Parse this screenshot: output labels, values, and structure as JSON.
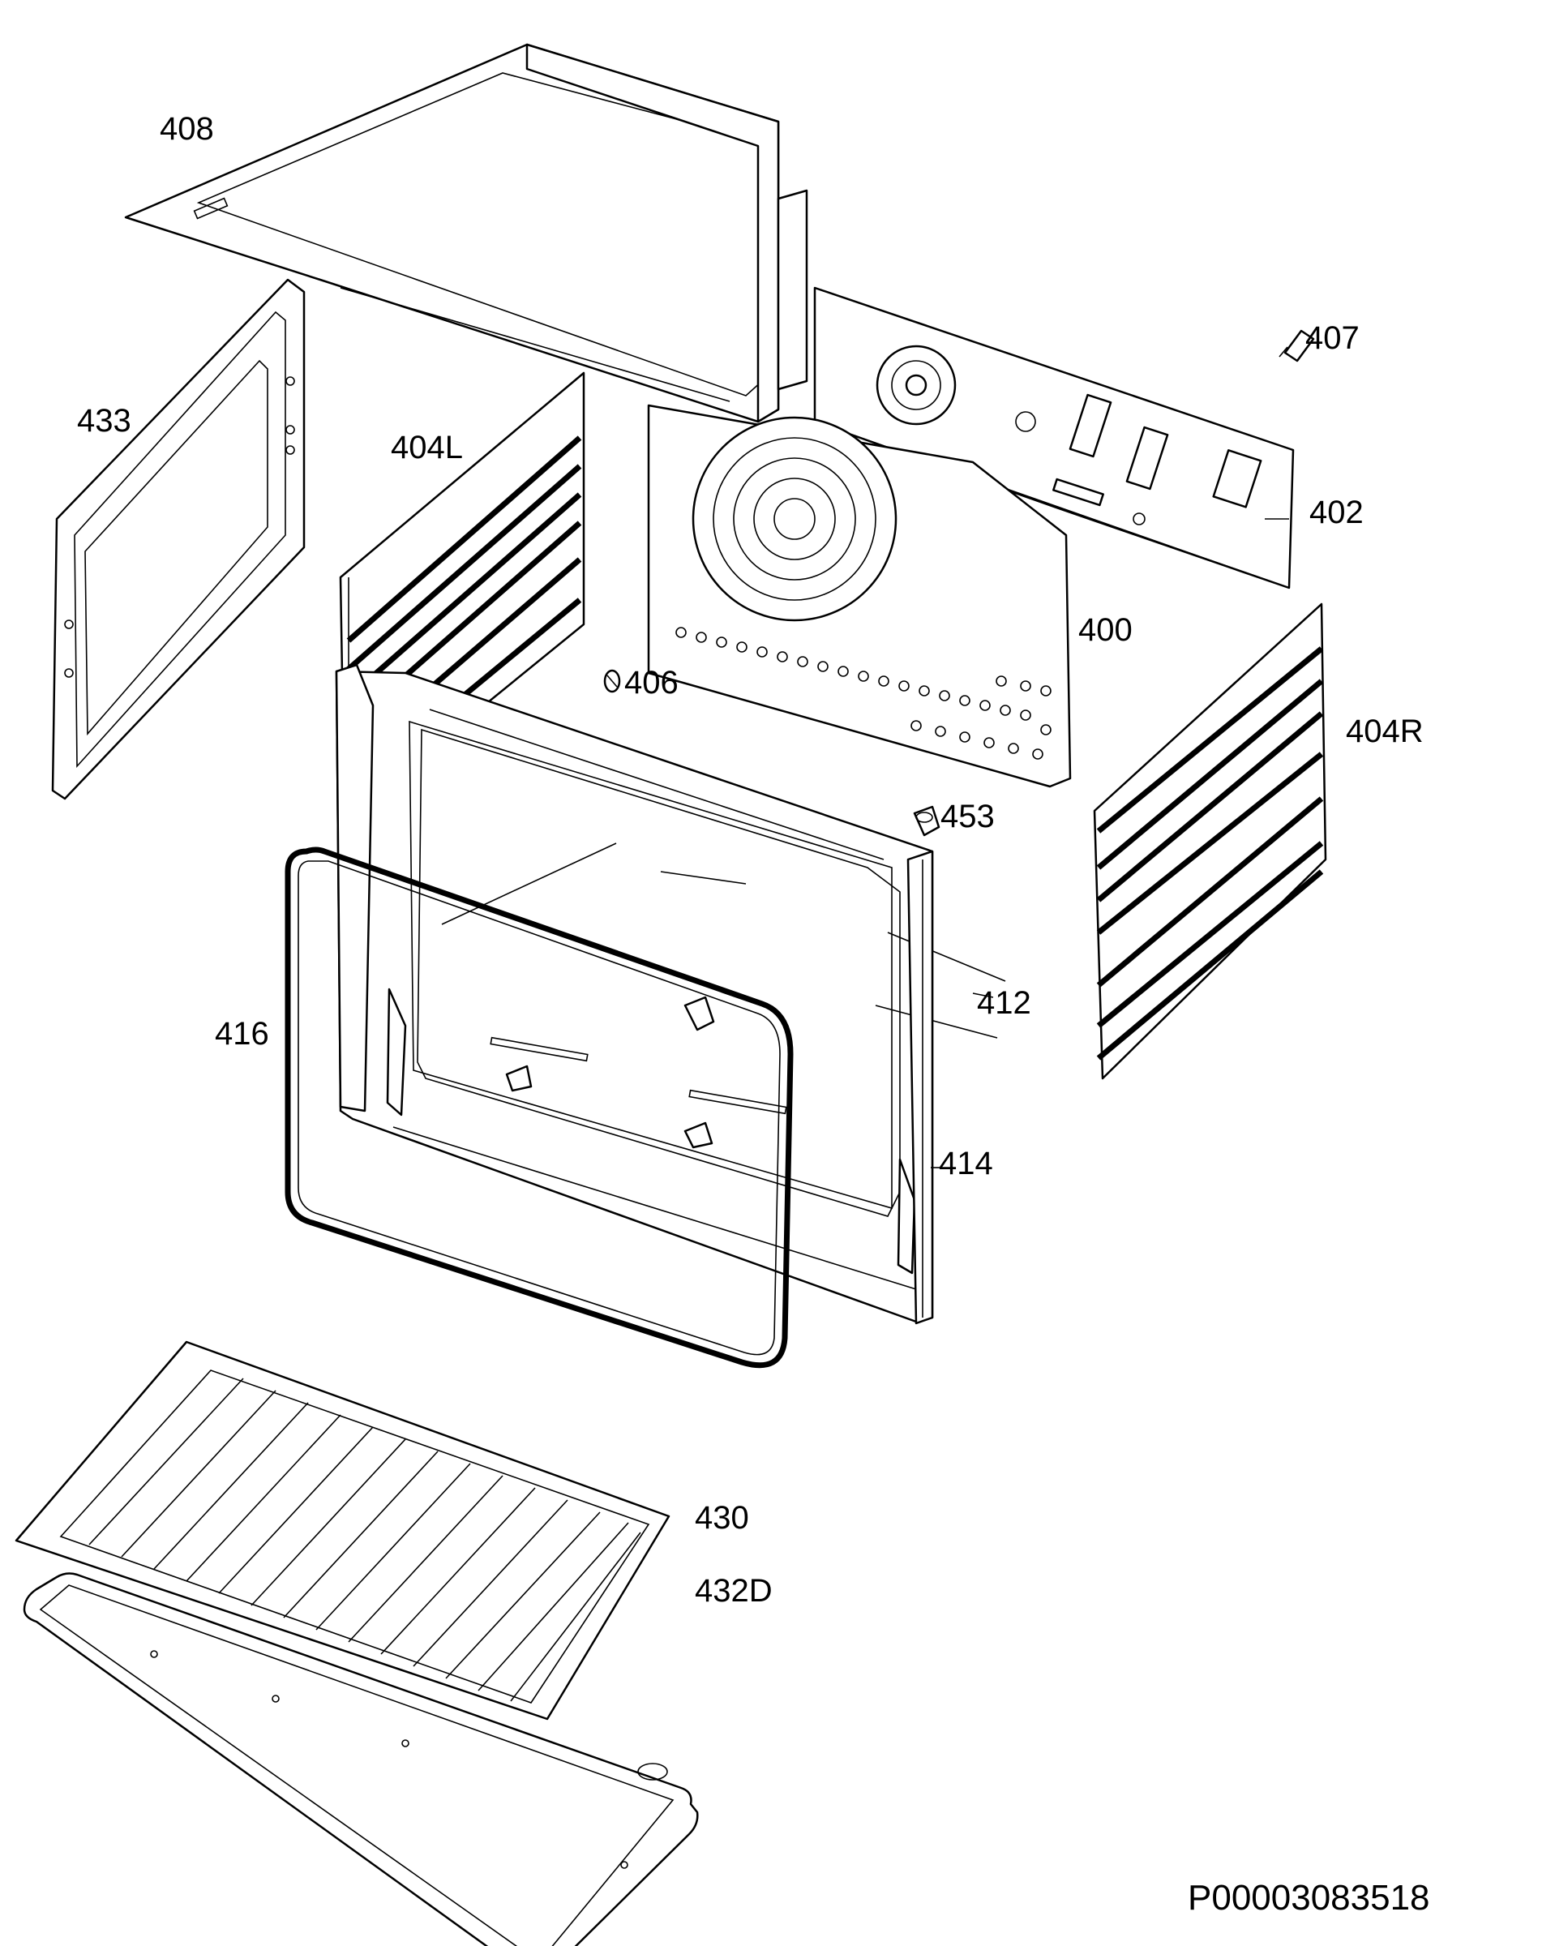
{
  "parts": [
    {
      "id": "p408",
      "label": "408"
    },
    {
      "id": "p407",
      "label": "407"
    },
    {
      "id": "p433",
      "label": "433"
    },
    {
      "id": "p404L",
      "label": "404L"
    },
    {
      "id": "p402",
      "label": "402"
    },
    {
      "id": "p400",
      "label": "400"
    },
    {
      "id": "p406",
      "label": "406"
    },
    {
      "id": "p404R",
      "label": "404R"
    },
    {
      "id": "p453",
      "label": "453"
    },
    {
      "id": "p416",
      "label": "416"
    },
    {
      "id": "p412",
      "label": "412"
    },
    {
      "id": "p414",
      "label": "414"
    },
    {
      "id": "p430",
      "label": "430"
    },
    {
      "id": "p432D",
      "label": "432D"
    }
  ],
  "diagram_code": "P00003083518"
}
